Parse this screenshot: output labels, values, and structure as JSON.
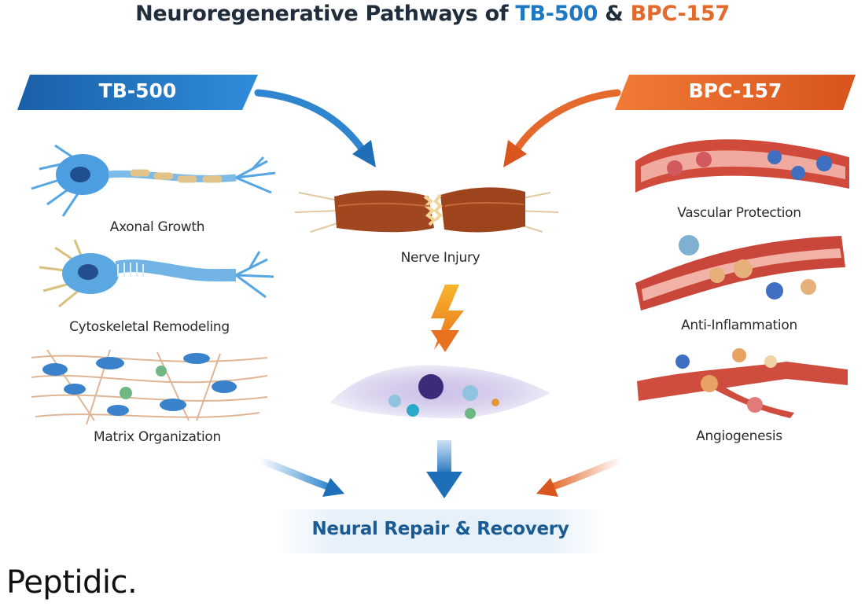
{
  "title": {
    "prefix": "Neuroregenerative Pathways of ",
    "a": "TB-500",
    "joiner": " & ",
    "b": "BPC-157"
  },
  "left": {
    "banner": "TB-500",
    "items": [
      {
        "label": "Axonal Growth"
      },
      {
        "label": "Cytoskeletal Remodeling"
      },
      {
        "label": "Matrix Organization"
      }
    ]
  },
  "right": {
    "banner": "BPC-157",
    "items": [
      {
        "label": "Vascular Protection"
      },
      {
        "label": "Anti-Inflammation"
      },
      {
        "label": "Angiogenesis"
      }
    ]
  },
  "center": {
    "injury": "Nerve Injury",
    "outcome": "Neural Repair & Recovery"
  },
  "brand": "Peptidic.",
  "colors": {
    "blue": "#1e78c2",
    "orange": "#e36a2c",
    "dark": "#1f2d3d",
    "outcome": "#1b5b93"
  },
  "icons": [
    "neuron-icon",
    "nerve-injury-icon",
    "lightning-bolt-icon",
    "repair-cell-icon",
    "blood-vessel-icon"
  ]
}
